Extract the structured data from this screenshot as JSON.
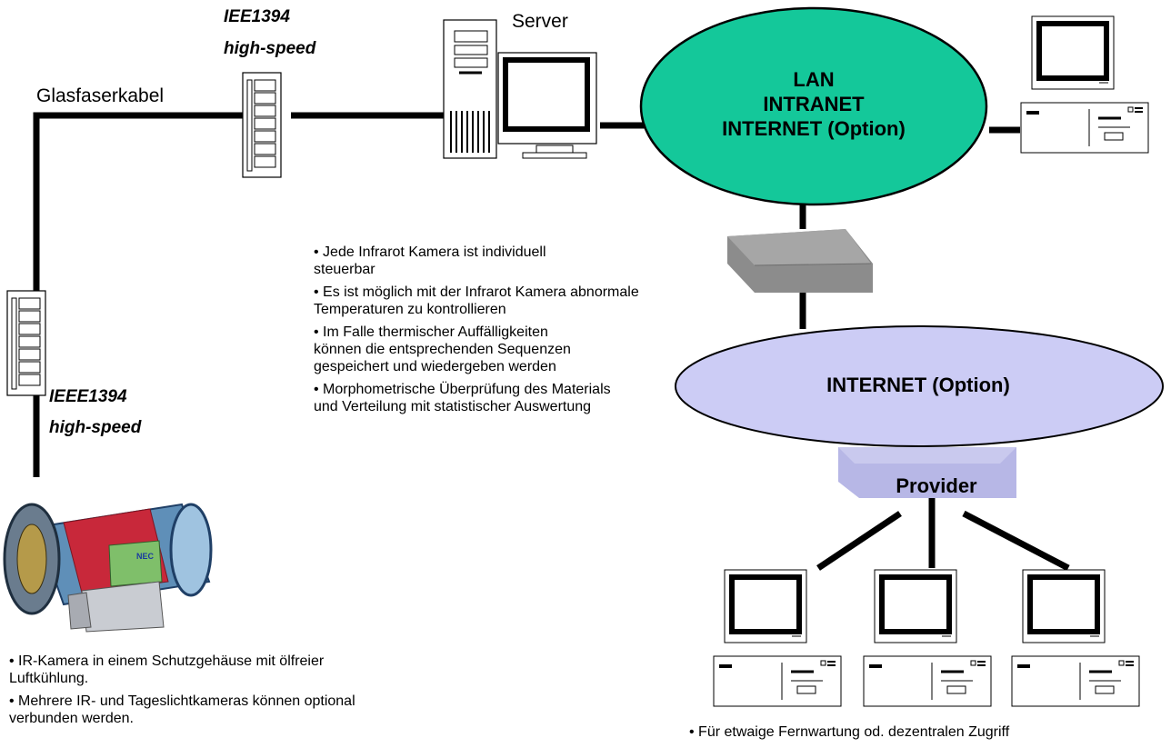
{
  "labels": {
    "server": "Server",
    "glasfaser": "Glasfaserkabel",
    "iee_top_1": "IEE1394",
    "iee_top_2": "high-speed",
    "ieee_left_1": "IEEE1394",
    "ieee_left_2": "high-speed",
    "provider": "Provider"
  },
  "lan_cloud": {
    "line1": "LAN",
    "line2": "INTRANET",
    "line3": "INTERNET (Option)"
  },
  "internet_cloud": {
    "label": "INTERNET (Option)"
  },
  "features": [
    "• Jede Infrarot Kamera ist individuell steuerbar",
    "• Es ist möglich mit der Infrarot Kamera abnormale Temperaturen zu kontrollieren",
    "• Im Falle thermischer Auffälligkeiten können die entsprechenden Sequenzen gespeichert und wiedergeben werden",
    "• Morphometrische Überprüfung des Materials und Verteilung mit statistischer Auswertung"
  ],
  "camera_notes": [
    "• IR-Kamera in einem Schutzgehäuse mit ölfreier Luftkühlung.",
    "• Mehrere IR- und Tageslichtkameras können optional verbunden werden."
  ],
  "remote_note": "• Für etwaige Fernwartung od. dezentralen Zugriff",
  "colors": {
    "lan": "#14c89a",
    "internet": "#ccccf5",
    "provider": "#b7b7e6",
    "router": "#8c8c8c"
  }
}
